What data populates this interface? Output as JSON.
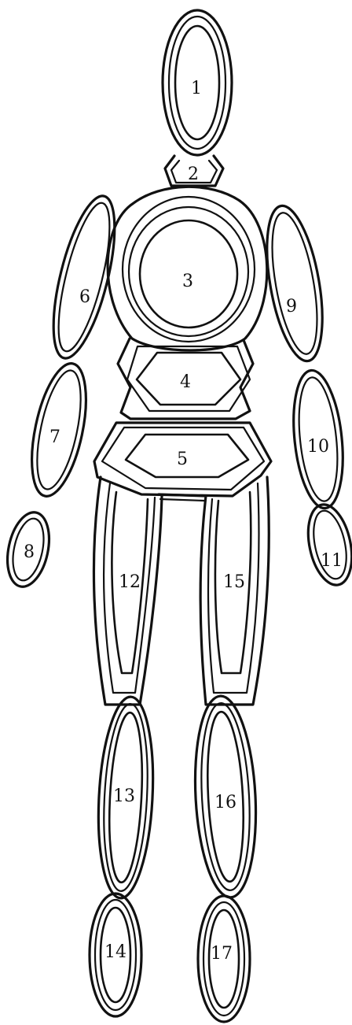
{
  "segments": [
    {
      "id": "head",
      "label": "1"
    },
    {
      "id": "neck",
      "label": "2"
    },
    {
      "id": "chest",
      "label": "3"
    },
    {
      "id": "abdomen",
      "label": "4"
    },
    {
      "id": "pelvis",
      "label": "5"
    },
    {
      "id": "right-upper-arm",
      "label": "6"
    },
    {
      "id": "right-forearm",
      "label": "7"
    },
    {
      "id": "right-hand",
      "label": "8"
    },
    {
      "id": "left-upper-arm",
      "label": "9"
    },
    {
      "id": "left-forearm",
      "label": "10"
    },
    {
      "id": "left-hand",
      "label": "11"
    },
    {
      "id": "right-thigh",
      "label": "12"
    },
    {
      "id": "right-shank",
      "label": "13"
    },
    {
      "id": "right-foot",
      "label": "14"
    },
    {
      "id": "left-thigh",
      "label": "15"
    },
    {
      "id": "left-shank",
      "label": "16"
    },
    {
      "id": "left-foot",
      "label": "17"
    }
  ]
}
